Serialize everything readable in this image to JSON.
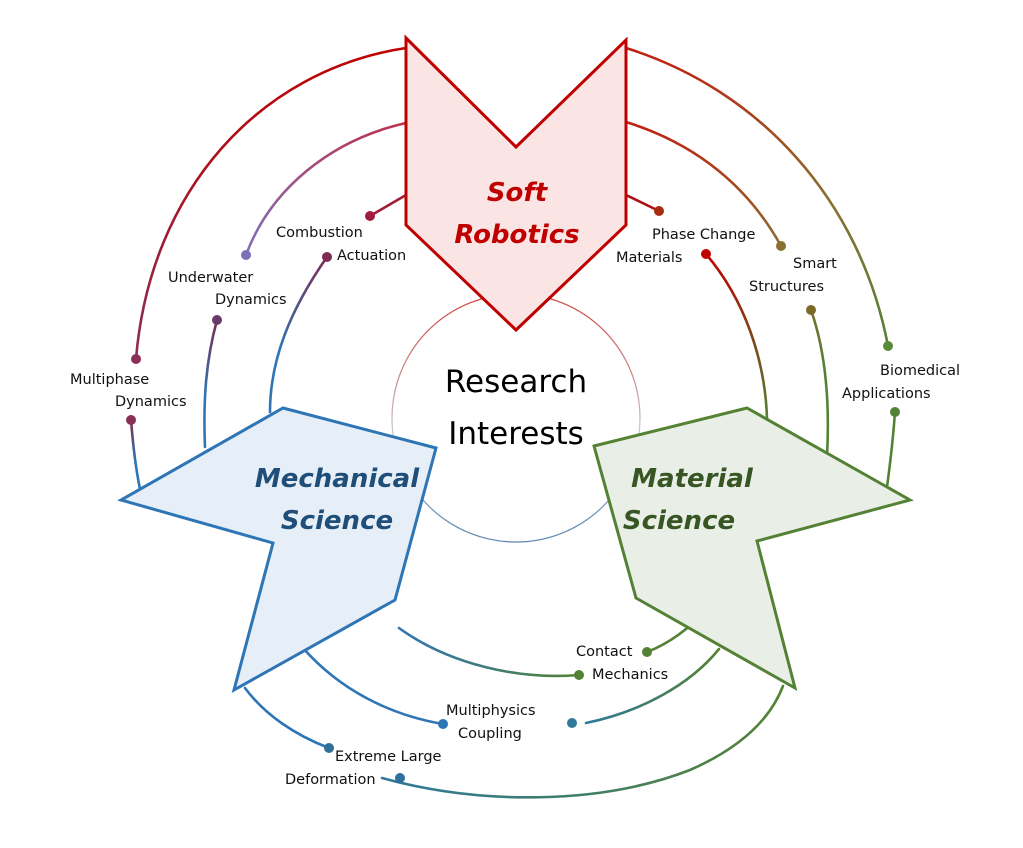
{
  "center": {
    "line1": "Research",
    "line2": "Interests"
  },
  "areas": [
    {
      "id": "soft-robotics",
      "line1": "Soft",
      "line2": "Robotics",
      "text_color": "#c00000",
      "fill": "#fae4e4",
      "stroke": "#c00000"
    },
    {
      "id": "mechanical-science",
      "line1": "Mechanical",
      "line2": "Science",
      "text_color": "#1f4e79",
      "fill": "#e6eef8",
      "stroke": "#2e75b6"
    },
    {
      "id": "material-science",
      "line1": "Material",
      "line2": "Science",
      "text_color": "#375623",
      "fill": "#e9efe6",
      "stroke": "#548235"
    }
  ],
  "topics": [
    {
      "line1": "Combustion",
      "line2": "Actuation",
      "links": [
        "soft-robotics",
        "mechanical-science"
      ]
    },
    {
      "line1": "Underwater",
      "line2": "Dynamics",
      "links": [
        "soft-robotics",
        "mechanical-science"
      ]
    },
    {
      "line1": "Multiphase",
      "line2": "Dynamics",
      "links": [
        "soft-robotics",
        "mechanical-science"
      ]
    },
    {
      "line1": "Phase Change",
      "line2": "Materials",
      "links": [
        "soft-robotics",
        "material-science"
      ]
    },
    {
      "line1": "Smart",
      "line2": "Structures",
      "links": [
        "soft-robotics",
        "material-science"
      ]
    },
    {
      "line1": "Biomedical",
      "line2": "Applications",
      "links": [
        "soft-robotics",
        "material-science"
      ]
    },
    {
      "line1": "Contact",
      "line2": "Mechanics",
      "links": [
        "mechanical-science",
        "material-science"
      ]
    },
    {
      "line1": "Multiphysics",
      "line2": "Coupling",
      "links": [
        "mechanical-science",
        "material-science"
      ]
    },
    {
      "line1": "Extreme Large",
      "line2": "Deformation",
      "links": [
        "mechanical-science",
        "material-science"
      ]
    }
  ],
  "colors": {
    "red": "#c00000",
    "blue": "#2e75b6",
    "green": "#548235",
    "purple": "#7b2d52"
  }
}
